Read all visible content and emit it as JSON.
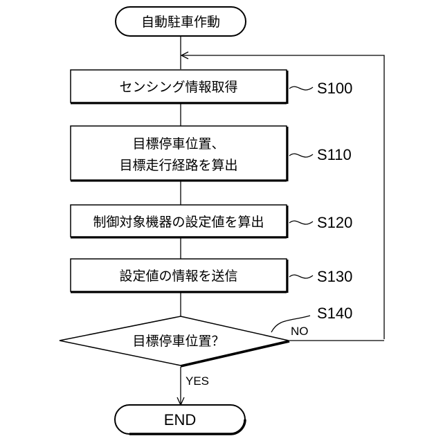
{
  "start_label": "自動駐車作動",
  "steps": [
    {
      "id": "S100",
      "lines": [
        "センシング情報取得"
      ]
    },
    {
      "id": "S110",
      "lines": [
        "目標停車位置、",
        "目標走行経路を算出"
      ]
    },
    {
      "id": "S120",
      "lines": [
        "制御対象機器の設定値を算出"
      ]
    },
    {
      "id": "S130",
      "lines": [
        "設定値の情報を送信"
      ]
    }
  ],
  "decision": {
    "id": "S140",
    "question": "目標停車位置？",
    "yes_label": "YES",
    "no_label": "NO"
  },
  "end_label": "END"
}
